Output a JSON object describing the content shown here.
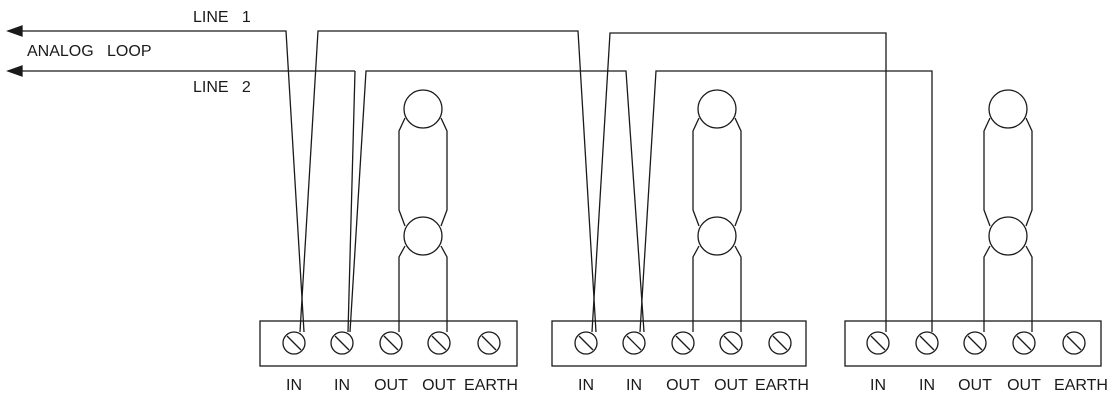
{
  "labels": {
    "line1_word": "LINE",
    "line1_num": "1",
    "line2_word": "LINE",
    "line2_num": "2",
    "analog_loop": "ANALOG   LOOP"
  },
  "terminal_labels": [
    "IN",
    "IN",
    "OUT",
    "OUT",
    "EARTH"
  ],
  "colors": {
    "line": "#1a1a1a",
    "background": "#ffffff"
  }
}
